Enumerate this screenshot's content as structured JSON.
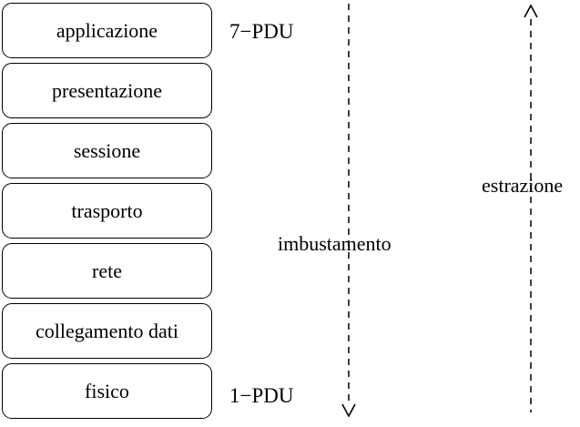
{
  "diagram": {
    "layers": [
      {
        "label": "applicazione"
      },
      {
        "label": "presentazione"
      },
      {
        "label": "sessione"
      },
      {
        "label": "trasporto"
      },
      {
        "label": "rete"
      },
      {
        "label": "collegamento dati"
      },
      {
        "label": "fisico"
      }
    ],
    "pdu_top_label": "7−PDU",
    "pdu_bottom_label": "1−PDU",
    "down_arrow_label": "imbustamento",
    "up_arrow_label": "estrazione",
    "colors": {
      "stroke": "#000000",
      "dash": "#3f3f3f",
      "background": "#ffffff"
    }
  }
}
